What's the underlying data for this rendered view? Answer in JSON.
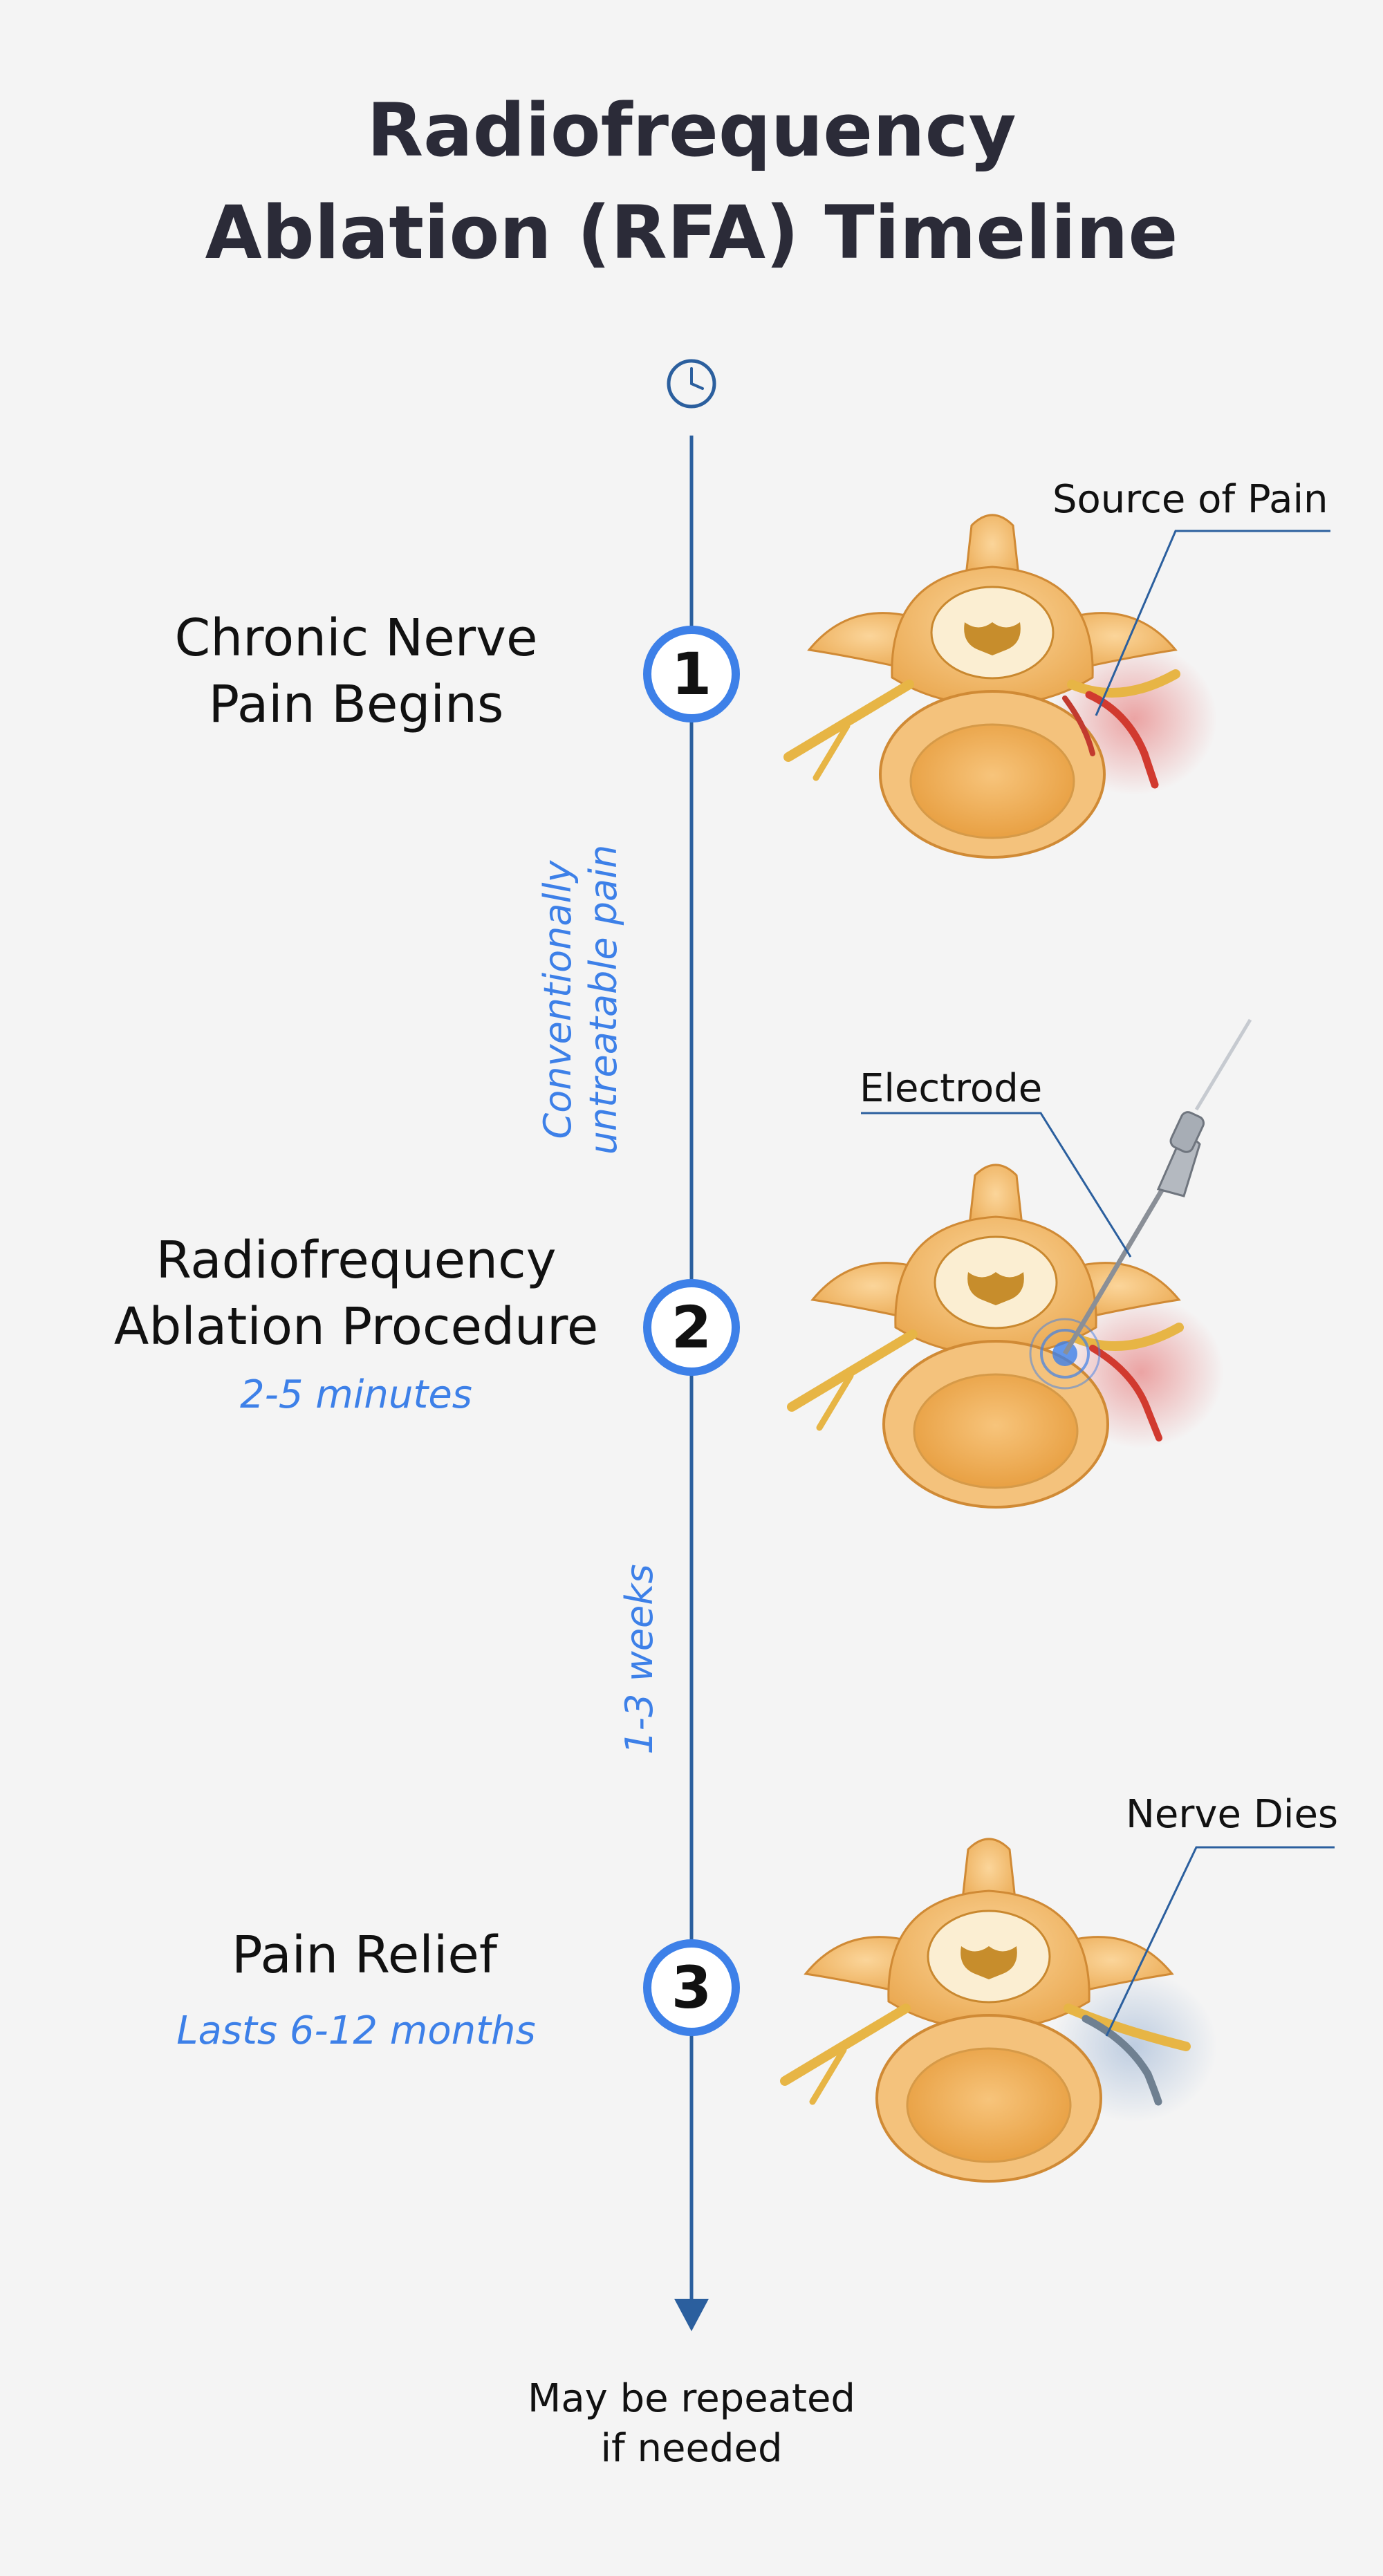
{
  "title": {
    "line1": "Radiofrequency",
    "line2": "Ablation (RFA) Timeline"
  },
  "steps": [
    {
      "number": "1",
      "title_line1": "Chronic Nerve",
      "title_line2": "Pain Begins",
      "subtitle": "",
      "callout": "Source of Pain"
    },
    {
      "number": "2",
      "title_line1": "Radiofrequency",
      "title_line2": "Ablation Procedure",
      "subtitle": "2-5 minutes",
      "callout": "Electrode"
    },
    {
      "number": "3",
      "title_line1": "Pain Relief",
      "title_line2": "",
      "subtitle": "Lasts 6-12 months",
      "callout": "Nerve Dies"
    }
  ],
  "intervals": [
    {
      "line1": "Conventionally",
      "line2": "untreatable pain"
    },
    {
      "line1": "1-3 weeks",
      "line2": ""
    }
  ],
  "footer": {
    "line1": "May be repeated",
    "line2": "if needed"
  },
  "icons": [
    "clock-icon",
    "arrow-down-icon"
  ],
  "colors": {
    "accent": "#3d80e8",
    "timeline": "#2b5f9e",
    "bone": "#f2b96a",
    "pain": "#e04040",
    "dead_nerve": "#6f8091"
  }
}
